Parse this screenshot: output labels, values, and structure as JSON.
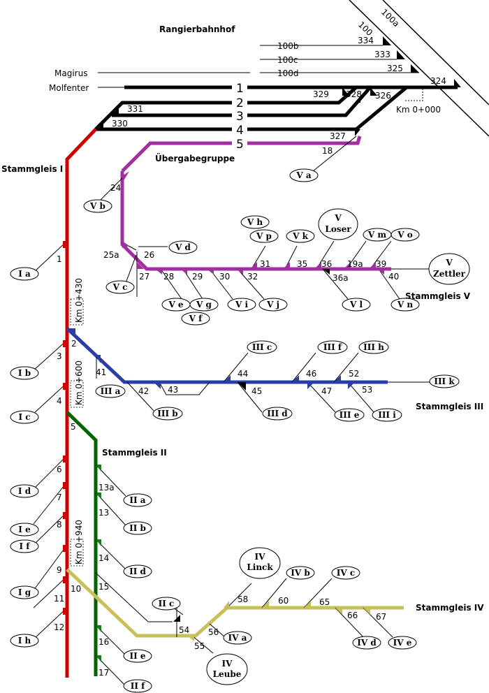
{
  "header": {
    "yard_title": "Rangierbahnhof",
    "handover_group": "Übergabegruppe"
  },
  "mainline": {
    "track_100": "100",
    "track_100a": "100a",
    "track_100b": "100b",
    "track_100c": "100c",
    "track_100d": "100d",
    "km_marker": "Km 0+000"
  },
  "connections": {
    "magirus": "Magirus",
    "molfenter": "Molfenter"
  },
  "tracks": [
    "1",
    "2",
    "3",
    "4",
    "5"
  ],
  "trunk_lines": {
    "line_1": {
      "label": "Stammgleis I",
      "color": "#cc0000"
    },
    "line_2": {
      "label": "Stammgleis II",
      "color": "#006400"
    },
    "line_3": {
      "label": "Stammgleis III",
      "color": "#2b3ea8"
    },
    "line_4": {
      "label": "Stammgleis IV",
      "color": "#c8c05a"
    },
    "line_5": {
      "label": "Stammgleis V",
      "color": "#a02fa0"
    }
  },
  "km_markers": [
    "Km 0+430",
    "Km 0+600",
    "Km 0+940"
  ],
  "switches": {
    "yard": [
      "334",
      "333",
      "325",
      "324",
      "329",
      "328",
      "326",
      "331",
      "330",
      "327",
      "18"
    ],
    "line_1": [
      "1",
      "2",
      "3",
      "4",
      "5",
      "6",
      "7",
      "8",
      "9",
      "10",
      "11",
      "12"
    ],
    "line_2": [
      "13a",
      "13",
      "14",
      "15",
      "16",
      "17"
    ],
    "line_3": [
      "41",
      "42",
      "43",
      "44",
      "45",
      "46",
      "47",
      "52",
      "53"
    ],
    "line_4": [
      "54",
      "55",
      "56",
      "58",
      "60",
      "65",
      "66",
      "67"
    ],
    "line_5": [
      "24",
      "25a",
      "26",
      "27",
      "28",
      "29",
      "30",
      "31",
      "32",
      "35",
      "36",
      "36a",
      "19a",
      "39",
      "40"
    ]
  },
  "sidings": {
    "line_1": [
      "I a",
      "I b",
      "I c",
      "I d",
      "I e",
      "I f",
      "I g",
      "I h"
    ],
    "line_2": [
      "II a",
      "II b",
      "II c",
      "II d",
      "II e",
      "II f"
    ],
    "line_3": [
      "III a",
      "III b",
      "III c",
      "III d",
      "III e",
      "III f",
      "III h",
      "III i",
      "III k"
    ],
    "line_4": [
      "IV a",
      "IV b",
      "IV c",
      "IV d",
      "IV e"
    ],
    "line_4_big": {
      "linck": [
        "IV",
        "Linck"
      ],
      "leube": [
        "IV",
        "Leube"
      ]
    },
    "line_5": [
      "V a",
      "V b",
      "V c",
      "V d",
      "V e",
      "V f",
      "V g",
      "V h",
      "V i",
      "V j",
      "V k",
      "V l",
      "V m",
      "V n",
      "V o",
      "V p"
    ],
    "line_5_big": {
      "loser": [
        "V",
        "Loser"
      ],
      "zettler": [
        "V",
        "Zettler"
      ]
    }
  }
}
